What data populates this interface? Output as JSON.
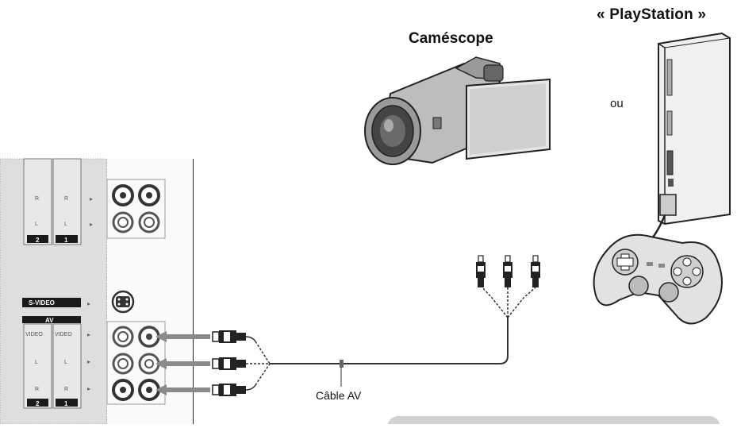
{
  "labels": {
    "playstation": "« PlayStation »",
    "camescope": "Caméscope",
    "ou": "ou",
    "cable": "Câble AV"
  },
  "tv_panel": {
    "audio_channels_top": [
      "R",
      "R",
      "L",
      "L"
    ],
    "input_numbers_top": [
      "2",
      "1"
    ],
    "svideo": "S-VIDEO",
    "av": "AV",
    "video_labels": [
      "VIDEO",
      "VIDEO"
    ],
    "channels_bottom": [
      "L",
      "L",
      "R",
      "R"
    ],
    "input_numbers_bottom": [
      "2",
      "1"
    ],
    "arrow": "▸"
  },
  "colors": {
    "panel": "#dedede",
    "bezel": "#222222",
    "cable": "#333333",
    "arrow": "#8a8a8a",
    "caption_box": "#d2d2d2"
  }
}
